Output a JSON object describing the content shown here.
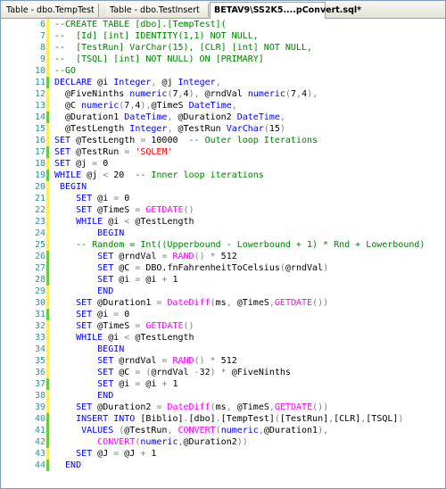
{
  "tabs": [
    {
      "label": "Table - dbo.TempTest",
      "active": false
    },
    {
      "label": "Table - dbo.TestInsert",
      "active": false
    },
    {
      "label": "BETAV9\\SS2K5....pConvert.sql*",
      "active": true
    }
  ],
  "colors": {
    "keyword": "#0000ff",
    "function": "#ff00ff",
    "string": "#ff0000",
    "comment": "#008000",
    "operator": "#808080",
    "line_number": "#2b91af",
    "changed_marker": "#6bcb3a"
  },
  "editor": {
    "lines": [
      {
        "n": "6",
        "mark": "saved",
        "tokens": [
          [
            "cm",
            "--CREATE TABLE [dbo].[TempTest]("
          ]
        ]
      },
      {
        "n": "7",
        "mark": "saved",
        "tokens": [
          [
            "cm",
            "--  [Id] [int] IDENTITY(1,1) NOT NULL,"
          ]
        ]
      },
      {
        "n": "8",
        "mark": "saved",
        "tokens": [
          [
            "cm",
            "--  [TestRun] VarChar(15), [CLR] [int] NOT NULL,"
          ]
        ]
      },
      {
        "n": "9",
        "mark": "saved",
        "tokens": [
          [
            "cm",
            "--  [TSQL] [int] NOT NULL) ON [PRIMARY]"
          ]
        ]
      },
      {
        "n": "10",
        "mark": "saved",
        "tokens": [
          [
            "cm",
            "--GO"
          ]
        ]
      },
      {
        "n": "11",
        "mark": "changed",
        "tokens": [
          [
            "kw",
            "DECLARE "
          ],
          [
            "pl",
            "@i "
          ],
          [
            "kw",
            "Integer"
          ],
          [
            "op",
            ", "
          ],
          [
            "pl",
            "@j "
          ],
          [
            "kw",
            "Integer"
          ],
          [
            "op",
            ","
          ]
        ]
      },
      {
        "n": "12",
        "mark": "saved",
        "tokens": [
          [
            "pl",
            "  @FiveNinths "
          ],
          [
            "kw",
            "numeric"
          ],
          [
            "op",
            "("
          ],
          [
            "pl",
            "7"
          ],
          [
            "op",
            ","
          ],
          [
            "pl",
            "4"
          ],
          [
            "op",
            "), "
          ],
          [
            "pl",
            "@rndVal "
          ],
          [
            "kw",
            "numeric"
          ],
          [
            "op",
            "("
          ],
          [
            "pl",
            "7"
          ],
          [
            "op",
            ","
          ],
          [
            "pl",
            "4"
          ],
          [
            "op",
            "),"
          ]
        ]
      },
      {
        "n": "13",
        "mark": "saved",
        "tokens": [
          [
            "pl",
            "  @C "
          ],
          [
            "kw",
            "numeric"
          ],
          [
            "op",
            "("
          ],
          [
            "pl",
            "7"
          ],
          [
            "op",
            ","
          ],
          [
            "pl",
            "4"
          ],
          [
            "op",
            "),"
          ],
          [
            "pl",
            "@TimeS "
          ],
          [
            "kw",
            "DateTime"
          ],
          [
            "op",
            ","
          ]
        ]
      },
      {
        "n": "14",
        "mark": "changed",
        "tokens": [
          [
            "pl",
            "  @Duration1 "
          ],
          [
            "kw",
            "DateTime"
          ],
          [
            "op",
            ", "
          ],
          [
            "pl",
            "@Duration2 "
          ],
          [
            "kw",
            "DateTime"
          ],
          [
            "op",
            ","
          ]
        ]
      },
      {
        "n": "15",
        "mark": "saved",
        "tokens": [
          [
            "pl",
            "  @TestLength "
          ],
          [
            "kw",
            "Integer"
          ],
          [
            "op",
            ", "
          ],
          [
            "pl",
            "@TestRun "
          ],
          [
            "kw",
            "VarChar"
          ],
          [
            "op",
            "("
          ],
          [
            "pl",
            "15"
          ],
          [
            "op",
            ")"
          ]
        ]
      },
      {
        "n": "16",
        "mark": "saved",
        "tokens": [
          [
            "kw",
            "SET "
          ],
          [
            "pl",
            "@TestLength "
          ],
          [
            "op",
            "= "
          ],
          [
            "pl",
            "10000  "
          ],
          [
            "cm",
            "-- Outer loop Iterations"
          ]
        ]
      },
      {
        "n": "17",
        "mark": "changed",
        "tokens": [
          [
            "kw",
            "SET "
          ],
          [
            "pl",
            "@TestRun "
          ],
          [
            "op",
            "= "
          ],
          [
            "str",
            "'SQLEM'"
          ]
        ]
      },
      {
        "n": "18",
        "mark": "saved",
        "tokens": [
          [
            "kw",
            "SET "
          ],
          [
            "pl",
            "@j "
          ],
          [
            "op",
            "= "
          ],
          [
            "pl",
            "0"
          ]
        ]
      },
      {
        "n": "19",
        "mark": "changed",
        "tokens": [
          [
            "kw",
            "WHILE "
          ],
          [
            "pl",
            "@j "
          ],
          [
            "op",
            "< "
          ],
          [
            "pl",
            "20  "
          ],
          [
            "cm",
            "-- Inner loop iterations"
          ]
        ]
      },
      {
        "n": "20",
        "mark": "saved",
        "tokens": [
          [
            "kw",
            " BEGIN"
          ]
        ]
      },
      {
        "n": "21",
        "mark": "saved",
        "tokens": [
          [
            "kw",
            "    SET "
          ],
          [
            "pl",
            "@i "
          ],
          [
            "op",
            "= "
          ],
          [
            "pl",
            "0"
          ]
        ]
      },
      {
        "n": "22",
        "mark": "saved",
        "tokens": [
          [
            "kw",
            "    SET "
          ],
          [
            "pl",
            "@TimeS "
          ],
          [
            "op",
            "= "
          ],
          [
            "fn",
            "GETDATE"
          ],
          [
            "op",
            "()"
          ]
        ]
      },
      {
        "n": "23",
        "mark": "saved",
        "tokens": [
          [
            "kw",
            "    WHILE "
          ],
          [
            "pl",
            "@i "
          ],
          [
            "op",
            "< "
          ],
          [
            "pl",
            "@TestLength"
          ]
        ]
      },
      {
        "n": "24",
        "mark": "saved",
        "tokens": [
          [
            "kw",
            "        BEGIN"
          ]
        ]
      },
      {
        "n": "25",
        "mark": "saved",
        "tokens": [
          [
            "cm",
            "    -- Random = Int((Upperbound - Lowerbound + 1) * Rnd + Lowerbound)"
          ]
        ]
      },
      {
        "n": "26",
        "mark": "changed",
        "tokens": [
          [
            "kw",
            "        SET "
          ],
          [
            "pl",
            "@rndVal "
          ],
          [
            "op",
            "= "
          ],
          [
            "fn",
            "RAND"
          ],
          [
            "op",
            "() * "
          ],
          [
            "pl",
            "512"
          ]
        ]
      },
      {
        "n": "27",
        "mark": "changed",
        "tokens": [
          [
            "kw",
            "        SET "
          ],
          [
            "pl",
            "@C "
          ],
          [
            "op",
            "= "
          ],
          [
            "pl",
            "DBO.fnFahrenheitToCelsius"
          ],
          [
            "op",
            "("
          ],
          [
            "pl",
            "@rndVal"
          ],
          [
            "op",
            ")"
          ]
        ]
      },
      {
        "n": "28",
        "mark": "changed",
        "tokens": [
          [
            "kw",
            "        SET "
          ],
          [
            "pl",
            "@i "
          ],
          [
            "op",
            "= "
          ],
          [
            "pl",
            "@i "
          ],
          [
            "op",
            "+ "
          ],
          [
            "pl",
            "1"
          ]
        ]
      },
      {
        "n": "29",
        "mark": "saved",
        "tokens": [
          [
            "kw",
            "        END"
          ]
        ]
      },
      {
        "n": "30",
        "mark": "saved",
        "tokens": [
          [
            "kw",
            "    SET "
          ],
          [
            "pl",
            "@Duration1 "
          ],
          [
            "op",
            "= "
          ],
          [
            "fn",
            "DateDiff"
          ],
          [
            "op",
            "("
          ],
          [
            "pl",
            "ms"
          ],
          [
            "op",
            ", "
          ],
          [
            "pl",
            "@TimeS"
          ],
          [
            "op",
            ","
          ],
          [
            "fn",
            "GETDATE"
          ],
          [
            "op",
            "())"
          ]
        ]
      },
      {
        "n": "31",
        "mark": "changed",
        "tokens": [
          [
            "kw",
            "    SET "
          ],
          [
            "pl",
            "@i "
          ],
          [
            "op",
            "= "
          ],
          [
            "pl",
            "0"
          ]
        ]
      },
      {
        "n": "32",
        "mark": "saved",
        "tokens": [
          [
            "kw",
            "    SET "
          ],
          [
            "pl",
            "@TimeS "
          ],
          [
            "op",
            "= "
          ],
          [
            "fn",
            "GETDATE"
          ],
          [
            "op",
            "()"
          ]
        ]
      },
      {
        "n": "33",
        "mark": "saved",
        "tokens": [
          [
            "kw",
            "    WHILE "
          ],
          [
            "pl",
            "@i "
          ],
          [
            "op",
            "< "
          ],
          [
            "pl",
            "@TestLength"
          ]
        ]
      },
      {
        "n": "34",
        "mark": "saved",
        "tokens": [
          [
            "kw",
            "        BEGIN"
          ]
        ]
      },
      {
        "n": "35",
        "mark": "saved",
        "tokens": [
          [
            "kw",
            "        SET "
          ],
          [
            "pl",
            "@rndVal "
          ],
          [
            "op",
            "= "
          ],
          [
            "fn",
            "RAND"
          ],
          [
            "op",
            "() * "
          ],
          [
            "pl",
            "512"
          ]
        ]
      },
      {
        "n": "36",
        "mark": "saved",
        "tokens": [
          [
            "kw",
            "        SET "
          ],
          [
            "pl",
            "@C "
          ],
          [
            "op",
            "= ("
          ],
          [
            "pl",
            "@rndVal "
          ],
          [
            "op",
            "-"
          ],
          [
            "pl",
            "32"
          ],
          [
            "op",
            ") * "
          ],
          [
            "pl",
            "@FiveNinths"
          ]
        ]
      },
      {
        "n": "37",
        "mark": "changed",
        "tokens": [
          [
            "kw",
            "        SET "
          ],
          [
            "pl",
            "@i "
          ],
          [
            "op",
            "= "
          ],
          [
            "pl",
            "@i "
          ],
          [
            "op",
            "+ "
          ],
          [
            "pl",
            "1"
          ]
        ]
      },
      {
        "n": "38",
        "mark": "saved",
        "tokens": [
          [
            "kw",
            "        END"
          ]
        ]
      },
      {
        "n": "39",
        "mark": "saved",
        "tokens": [
          [
            "kw",
            "    SET "
          ],
          [
            "pl",
            "@Duration2 "
          ],
          [
            "op",
            "= "
          ],
          [
            "fn",
            "DateDiff"
          ],
          [
            "op",
            "("
          ],
          [
            "pl",
            "ms"
          ],
          [
            "op",
            ", "
          ],
          [
            "pl",
            "@TimeS"
          ],
          [
            "op",
            ","
          ],
          [
            "fn",
            "GETDATE"
          ],
          [
            "op",
            "())"
          ]
        ]
      },
      {
        "n": "40",
        "mark": "changed",
        "tokens": [
          [
            "kw",
            "    INSERT INTO "
          ],
          [
            "pl",
            "[Biblio]"
          ],
          [
            "op",
            "."
          ],
          [
            "pl",
            "[dbo]"
          ],
          [
            "op",
            "."
          ],
          [
            "pl",
            "[TempTest]"
          ],
          [
            "op",
            "("
          ],
          [
            "pl",
            "[TestRun]"
          ],
          [
            "op",
            ","
          ],
          [
            "pl",
            "[CLR]"
          ],
          [
            "op",
            ","
          ],
          [
            "pl",
            "[TSQL]"
          ],
          [
            "op",
            ")"
          ]
        ]
      },
      {
        "n": "41",
        "mark": "changed",
        "tokens": [
          [
            "kw",
            "     VALUES "
          ],
          [
            "op",
            "("
          ],
          [
            "pl",
            "@TestRun"
          ],
          [
            "op",
            ", "
          ],
          [
            "fn",
            "CONVERT"
          ],
          [
            "op",
            "("
          ],
          [
            "kw",
            "numeric"
          ],
          [
            "op",
            ","
          ],
          [
            "pl",
            "@Duration1"
          ],
          [
            "op",
            "),"
          ]
        ]
      },
      {
        "n": "42",
        "mark": "changed",
        "tokens": [
          [
            "fn",
            "        CONVERT"
          ],
          [
            "op",
            "("
          ],
          [
            "kw",
            "numeric"
          ],
          [
            "op",
            ","
          ],
          [
            "pl",
            "@Duration2"
          ],
          [
            "op",
            "))"
          ]
        ]
      },
      {
        "n": "43",
        "mark": "saved",
        "tokens": [
          [
            "kw",
            "    SET "
          ],
          [
            "pl",
            "@J "
          ],
          [
            "op",
            "= "
          ],
          [
            "pl",
            "@J "
          ],
          [
            "op",
            "+ "
          ],
          [
            "pl",
            "1"
          ]
        ]
      },
      {
        "n": "44",
        "mark": "changed",
        "tokens": [
          [
            "kw",
            "  END"
          ]
        ]
      }
    ]
  }
}
